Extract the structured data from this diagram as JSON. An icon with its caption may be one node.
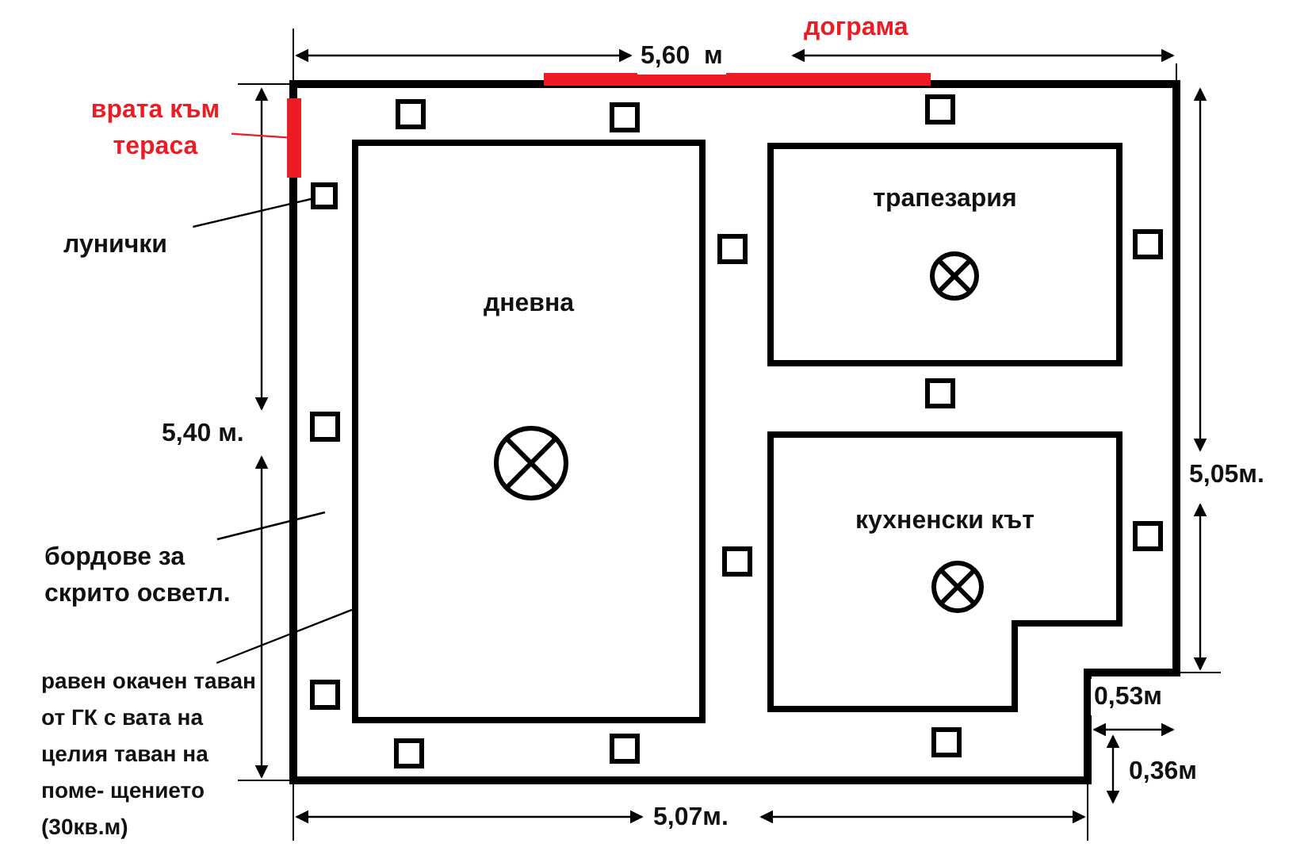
{
  "diagram": {
    "nodes": [
      {
        "text": [
          "врата към тераса"
        ]
      },
      {
        "text": [],
        "shape": "bar"
      },
      {
        "text": [
          "лунички"
        ]
      },
      {
        "text": [],
        "shape": "box"
      },
      {
        "text": [
          "дневна"
        ]
      },
      {
        "text": [
          "трапезария"
        ]
      },
      {
        "text": [
          "кухненски кът"
        ]
      },
      {
        "text": [
          "бордове за скрито осветл."
        ]
      },
      {
        "text": [
          "равен окачен таван от ГК с вата на целия таван на поме- щението (30кв.м)"
        ]
      }
    ],
    "edges": [
      {
        "from": 0,
        "to": 1,
        "arrow": "none",
        "color": "#ed1c24"
      },
      {
        "from": 2,
        "to": 3,
        "arrow": "none"
      },
      {
        "from": 7,
        "to": null,
        "arrow": "none"
      },
      {
        "from": 8,
        "to": 4,
        "arrow": "none"
      }
    ],
    "labels": [
      "дограма",
      "5,60  м",
      "5,40 м.",
      "5,05м.",
      "5,07м.",
      "0,53м",
      "0,36м"
    ]
  }
}
